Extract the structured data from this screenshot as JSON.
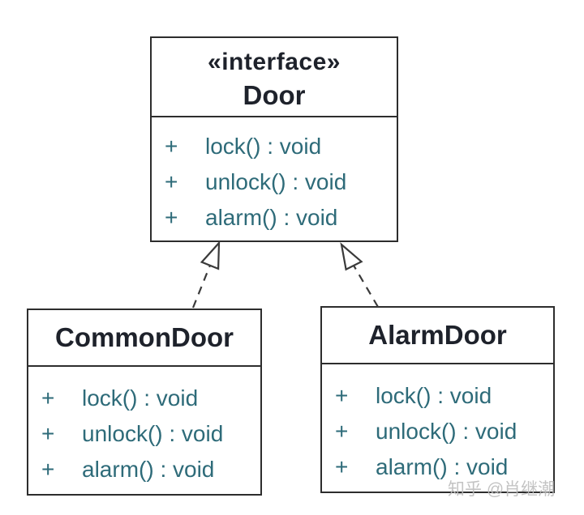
{
  "colors": {
    "background": "#ffffff",
    "box_border": "#2d2d2d",
    "title_text": "#1e222b",
    "method_text": "#2e6b79",
    "connector": "#3a3a3a",
    "watermark_text": "#bdbdbd"
  },
  "diagram": {
    "interface": {
      "stereotype": "«interface»",
      "name": "Door",
      "methods": [
        {
          "vis": "+",
          "sig": "lock() : void"
        },
        {
          "vis": "+",
          "sig": "unlock() : void"
        },
        {
          "vis": "+",
          "sig": "alarm() : void"
        }
      ]
    },
    "classes": [
      {
        "name": "CommonDoor",
        "methods": [
          {
            "vis": "+",
            "sig": "lock() : void"
          },
          {
            "vis": "+",
            "sig": "unlock() : void"
          },
          {
            "vis": "+",
            "sig": "alarm() : void"
          }
        ]
      },
      {
        "name": "AlarmDoor",
        "methods": [
          {
            "vis": "+",
            "sig": "lock() : void"
          },
          {
            "vis": "+",
            "sig": "unlock() : void"
          },
          {
            "vis": "+",
            "sig": "alarm() : void"
          }
        ]
      }
    ],
    "relations": [
      {
        "type": "realization",
        "from": "CommonDoor",
        "to": "Door"
      },
      {
        "type": "realization",
        "from": "AlarmDoor",
        "to": "Door"
      }
    ]
  },
  "watermark": {
    "text": "知乎 @肖继潮"
  }
}
